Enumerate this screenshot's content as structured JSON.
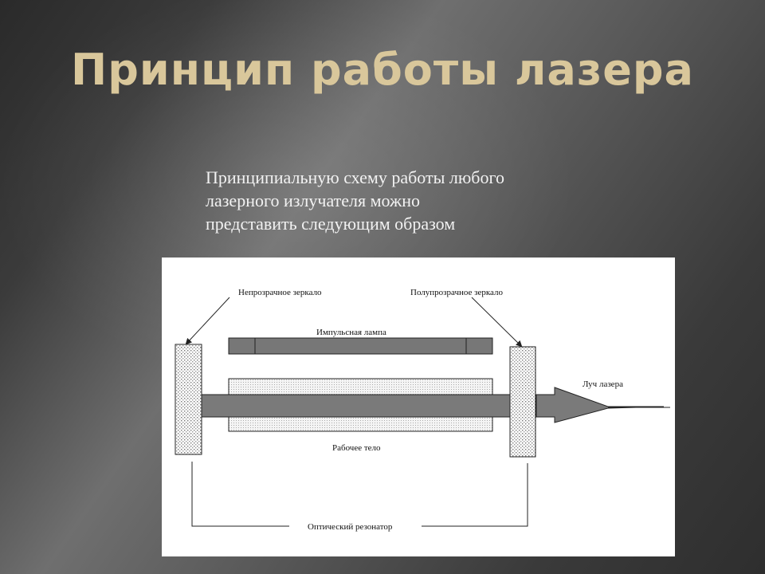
{
  "slide": {
    "title": "Принцип работы лазера",
    "intro_lines": [
      "Принципиальную схему работы любого",
      "лазерного излучателя можно",
      "представить следующим образом"
    ]
  },
  "diagram": {
    "labels": {
      "opaque_mirror": "Непрозрачное зеркало",
      "semi_mirror": "Полупрозрачное зеркало",
      "pulse_lamp": "Импульсная лампа",
      "laser_beam": "Луч лазера",
      "working_body": "Рабочее тело",
      "resonator": "Оптический резонатор"
    }
  }
}
